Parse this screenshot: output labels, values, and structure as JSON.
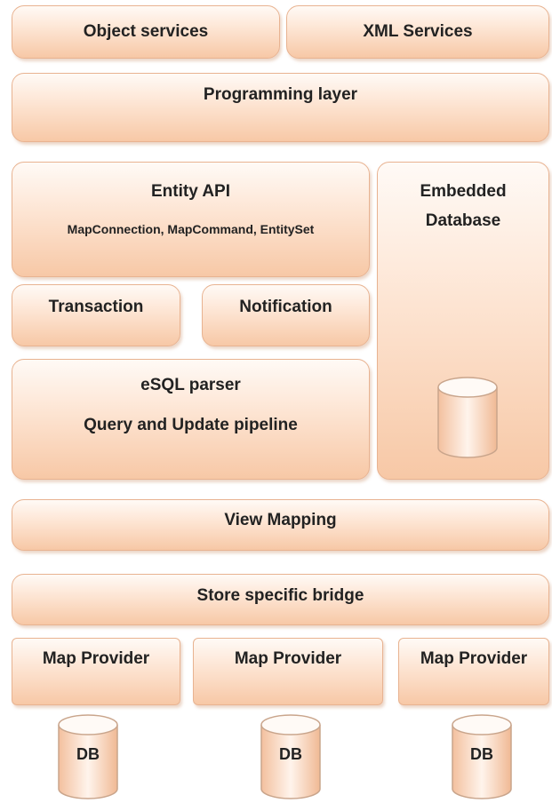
{
  "top_row": {
    "object_services": "Object services",
    "xml_services": "XML Services"
  },
  "programming_layer": "Programming layer",
  "entity_api": {
    "title": "Entity API",
    "subtitle": "MapConnection, MapCommand, EntitySet"
  },
  "embedded_database": {
    "line1": "Embedded",
    "line2": "Database"
  },
  "transaction": "Transaction",
  "notification": "Notification",
  "esql": {
    "title": "eSQL parser",
    "subtitle": "Query and Update pipeline"
  },
  "view_mapping": "View Mapping",
  "store_bridge": "Store specific bridge",
  "providers": [
    "Map Provider",
    "Map Provider",
    "Map Provider"
  ],
  "databases": [
    "DB",
    "DB",
    "DB"
  ],
  "colors": {
    "box_top": "#fffaf6",
    "box_bottom": "#f7c8a6",
    "border": "#e8b391",
    "text": "#222222"
  }
}
